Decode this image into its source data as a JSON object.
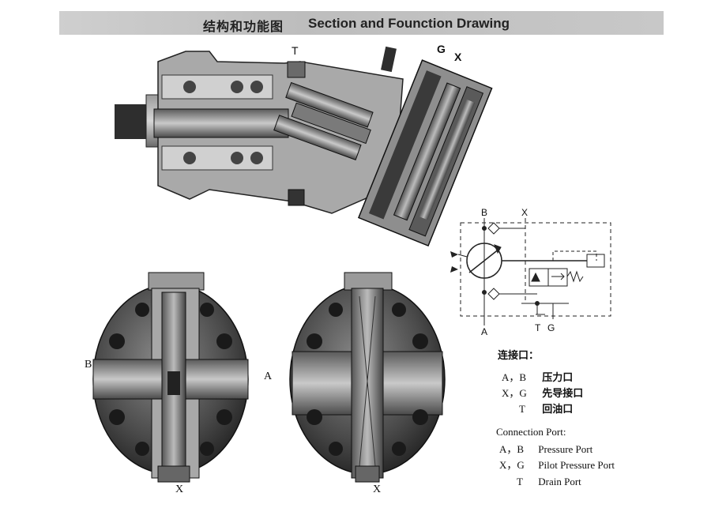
{
  "header": {
    "title_zh": "结构和功能图",
    "title_en": "Section and Founction Drawing"
  },
  "section_labels": {
    "t": "T",
    "g": "G",
    "x": "X"
  },
  "bottom_labels": {
    "b": "B",
    "a": "A",
    "x_left": "X",
    "x_right": "X"
  },
  "schematic_labels": {
    "b": "B",
    "x": "X",
    "a": "A",
    "t": "T",
    "g": "G"
  },
  "legend_zh": {
    "title": "连接口：",
    "rows": [
      {
        "ports": "A，B",
        "desc": "压力口"
      },
      {
        "ports": "X，G",
        "desc": "先导接口"
      },
      {
        "ports": "T",
        "desc": "回油口"
      }
    ]
  },
  "legend_en": {
    "title": "Connection Port:",
    "rows": [
      {
        "ports": "A，B",
        "desc": "Pressure Port"
      },
      {
        "ports": "X，G",
        "desc": "Pilot Pressure Port"
      },
      {
        "ports": "T",
        "desc": "Drain Port"
      }
    ]
  }
}
